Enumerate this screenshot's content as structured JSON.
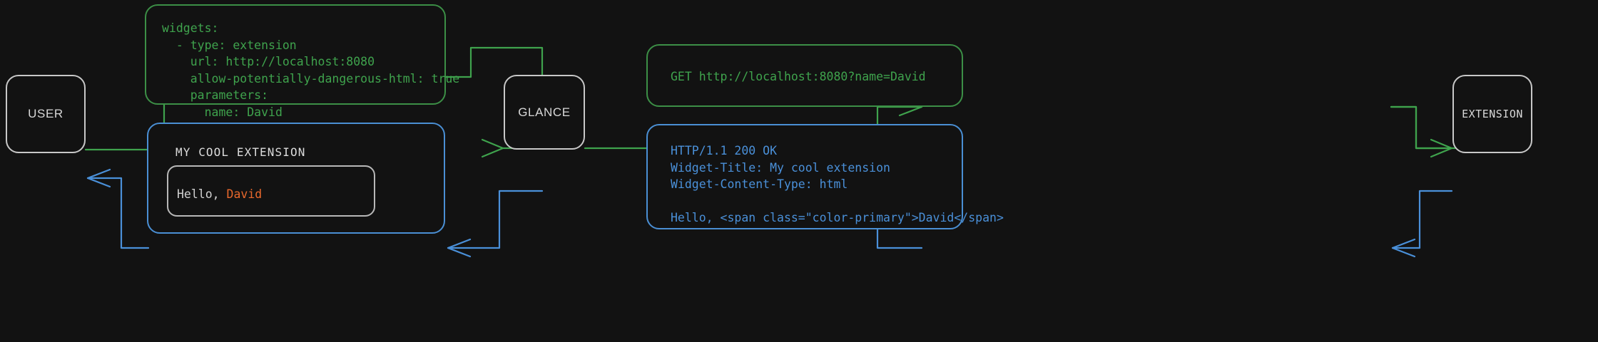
{
  "theme": {
    "background": "#121212",
    "node_border": "#c8c8c8",
    "node_text": "#d8d8d8",
    "green": "#3fa34d",
    "green_border": "#3c8f46",
    "blue": "#4a90d9",
    "blue_border": "#4a8fd4",
    "accent_orange": "#e8682c",
    "card_border": "#b8b8b8"
  },
  "nodes": {
    "user": {
      "label": "USER"
    },
    "glance": {
      "label": "GLANCE"
    },
    "extension": {
      "label": "EXTENSION"
    }
  },
  "config_box": {
    "lines": [
      "widgets:",
      "  - type: extension",
      "    url: http://localhost:8080",
      "    allow-potentially-dangerous-html: true",
      "    parameters:",
      "      name: David"
    ],
    "text": "widgets:\n  - type: extension\n    url: http://localhost:8080\n    allow-potentially-dangerous-html: true\n    parameters:\n      name: David"
  },
  "request_box": {
    "method": "GET",
    "url": "http://localhost:8080?name=David",
    "text": "GET http://localhost:8080?name=David"
  },
  "response_box": {
    "status_line": "HTTP/1.1 200 OK",
    "headers": [
      "Widget-Title: My cool extension",
      "Widget-Content-Type: html"
    ],
    "body": "Hello, <span class=\"color-primary\">David</span>",
    "text": "HTTP/1.1 200 OK\nWidget-Title: My cool extension\nWidget-Content-Type: html\n\nHello, <span class=\"color-primary\">David</span>"
  },
  "rendered_widget": {
    "title": "MY COOL EXTENSION",
    "greeting": "Hello, ",
    "name": "David"
  }
}
